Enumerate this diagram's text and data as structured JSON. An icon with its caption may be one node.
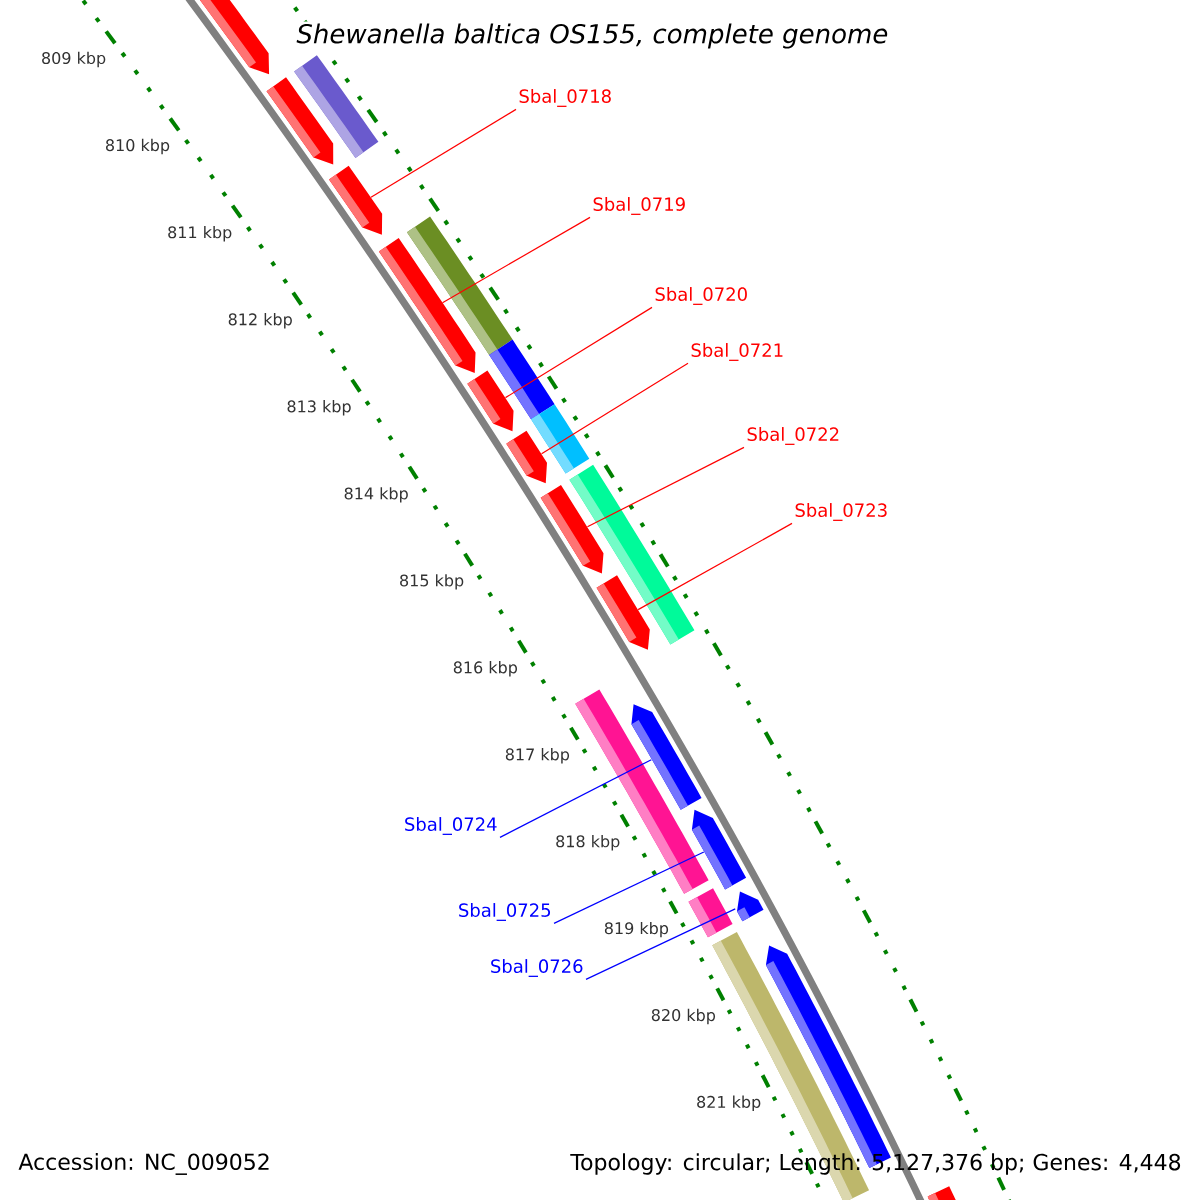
{
  "diagram": {
    "title": "Shewanella baltica OS155, complete genome",
    "nodes": [
      {
        "text": [
          "Sbal_0718"
        ]
      },
      {
        "text": [
          "Sbal_0719"
        ]
      },
      {
        "text": [
          "Sbal_0720"
        ]
      },
      {
        "text": [
          "Sbal_0721"
        ]
      },
      {
        "text": [
          "Sbal_0722"
        ]
      },
      {
        "text": [
          "Sbal_0723"
        ]
      },
      {
        "text": [
          "Sbal_0724"
        ]
      },
      {
        "text": [
          "Sbal_0725"
        ]
      },
      {
        "text": [
          "Sbal_0726"
        ]
      },
      {
        "text": [],
        "shape": "arrow"
      },
      {
        "text": [],
        "shape": "arrow"
      },
      {
        "text": [],
        "shape": "bar"
      },
      {
        "text": [],
        "shape": "arrow"
      },
      {
        "text": [],
        "shape": "arrow"
      },
      {
        "text": [],
        "shape": "bar"
      },
      {
        "text": [],
        "shape": "bar"
      },
      {
        "text": [],
        "shape": "arrow"
      },
      {
        "text": [],
        "shape": "bar"
      },
      {
        "text": [],
        "shape": "arrow"
      },
      {
        "text": [],
        "shape": "arrow"
      },
      {
        "text": [],
        "shape": "bar"
      },
      {
        "text": [],
        "shape": "arrow"
      },
      {
        "text": [],
        "shape": "bar"
      },
      {
        "text": [],
        "shape": "arrow"
      },
      {
        "text": [],
        "shape": "arrow"
      },
      {
        "text": [],
        "shape": "bar"
      },
      {
        "text": [],
        "shape": "arrow"
      },
      {
        "text": [],
        "shape": "bar"
      },
      {
        "text": [],
        "shape": "arrow"
      },
      {
        "text": [],
        "shape": "arrow"
      }
    ],
    "edges": [
      {
        "from": 0,
        "to": 12,
        "arrow": "none"
      },
      {
        "from": 1,
        "to": 13,
        "arrow": "none"
      },
      {
        "from": 2,
        "to": 16,
        "arrow": "none"
      },
      {
        "from": 3,
        "to": 18,
        "arrow": "none"
      },
      {
        "from": 4,
        "to": 19,
        "arrow": "none"
      },
      {
        "from": 5,
        "to": 21,
        "arrow": "none"
      },
      {
        "from": 6,
        "to": 23,
        "arrow": "none",
        "color": "#0000ff"
      },
      {
        "from": 7,
        "to": 24,
        "arrow": "none",
        "color": "#0000ff"
      },
      {
        "from": 8,
        "to": 26,
        "arrow": "none",
        "color": "#0000ff"
      }
    ],
    "labels": [
      "809 kbp",
      "810 kbp",
      "811 kbp",
      "812 kbp",
      "813 kbp",
      "814 kbp",
      "815 kbp",
      "816 kbp",
      "817 kbp",
      "818 kbp",
      "819 kbp",
      "820 kbp",
      "821 kbp",
      "Accession: NC_009052",
      "Topology: circular; Length: 5,127,376 bp; Genes: 4,448"
    ]
  }
}
